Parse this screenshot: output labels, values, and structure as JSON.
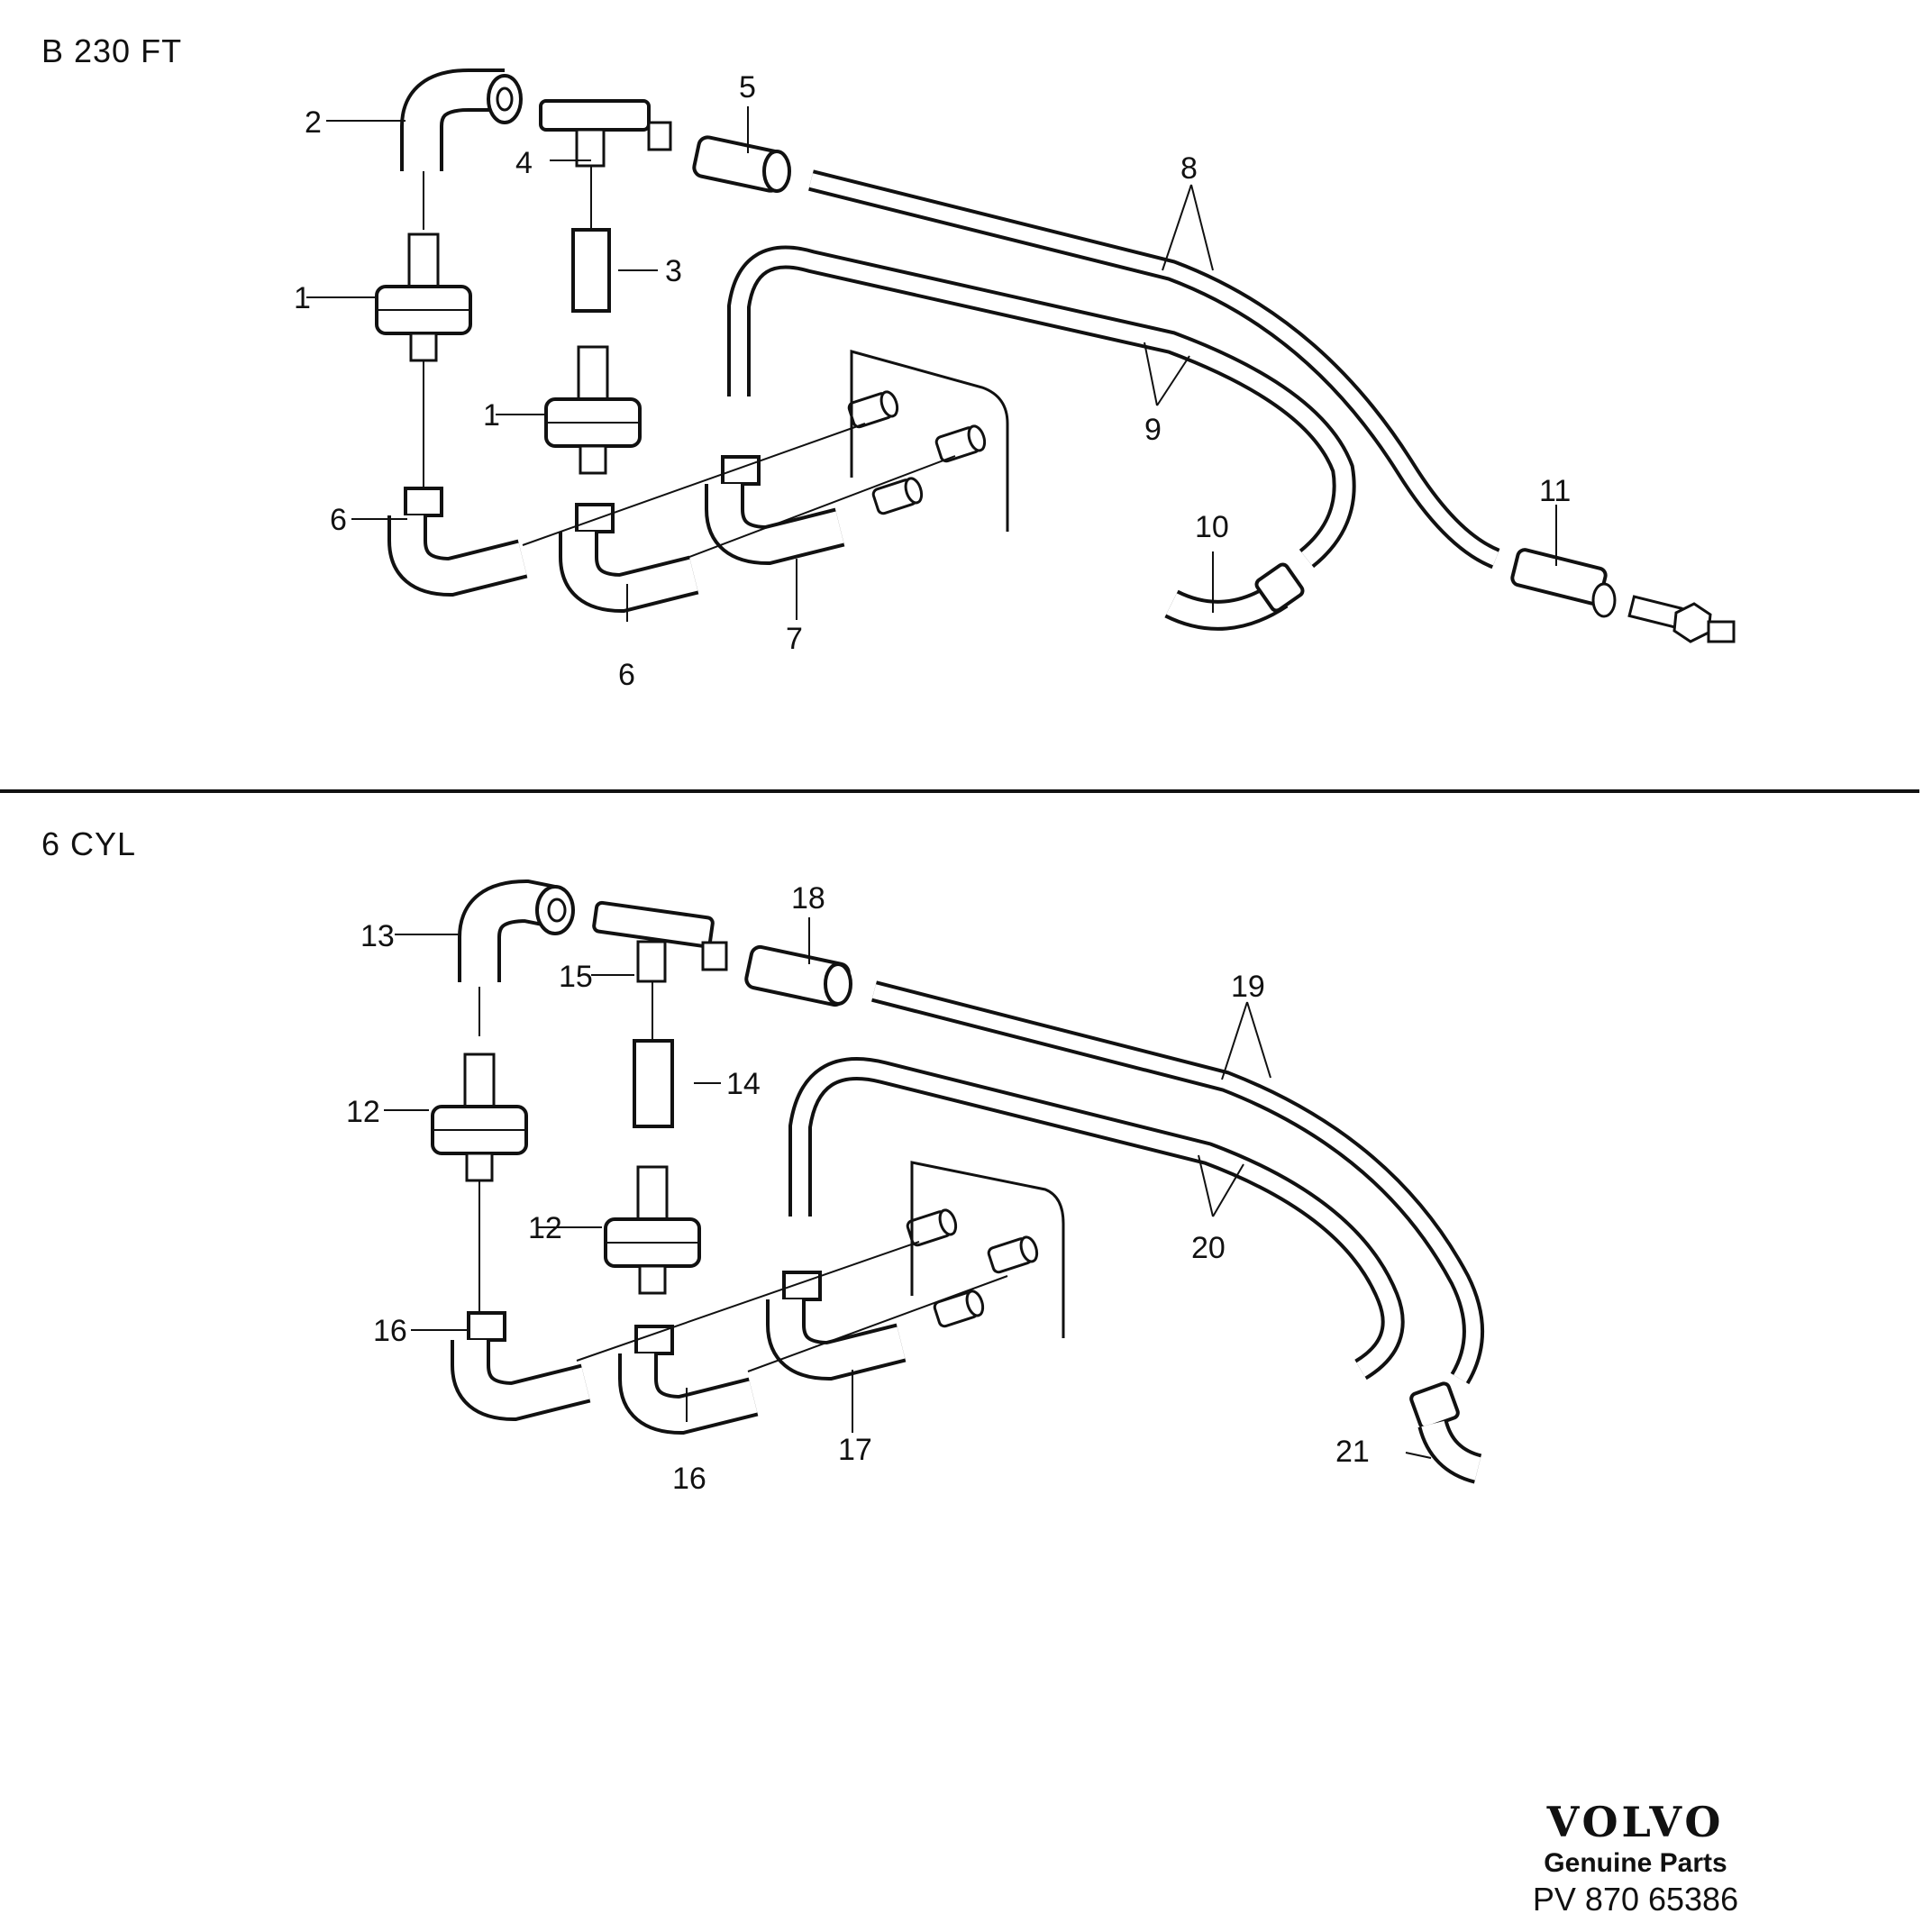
{
  "sections": {
    "top_title": "B 230 FT",
    "bottom_title": "6 CYL"
  },
  "callouts": {
    "c1a": "1",
    "c1b": "1",
    "c2": "2",
    "c3": "3",
    "c4": "4",
    "c5": "5",
    "c6a": "6",
    "c6b": "6",
    "c7": "7",
    "c8": "8",
    "c9": "9",
    "c10": "10",
    "c11": "11",
    "c12a": "12",
    "c12b": "12",
    "c13": "13",
    "c14": "14",
    "c15": "15",
    "c16a": "16",
    "c16b": "16",
    "c17": "17",
    "c18": "18",
    "c19": "19",
    "c20": "20",
    "c21": "21"
  },
  "brand": {
    "logo": "VOLVO",
    "subtitle": "Genuine Parts",
    "code": "PV 870 65386"
  }
}
